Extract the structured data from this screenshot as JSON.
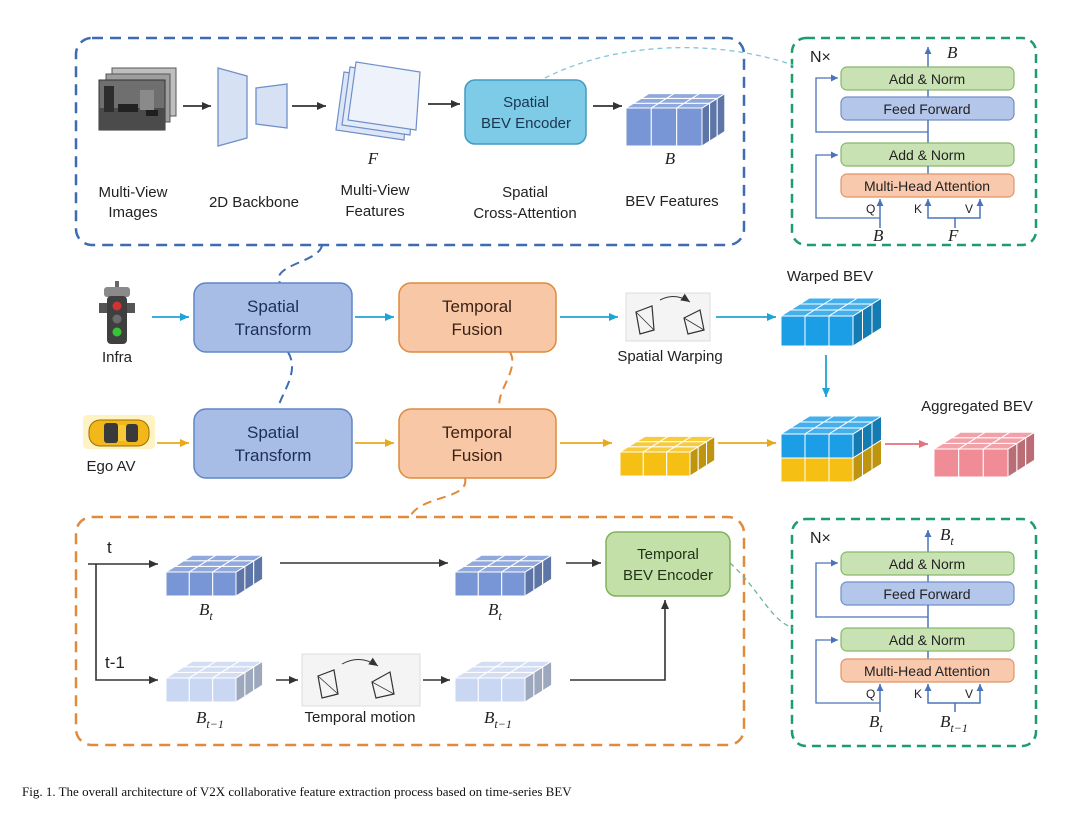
{
  "top_panel": {
    "multiview_images_l1": "Multi-View",
    "multiview_images_l2": "Images",
    "backbone_label": "2D Backbone",
    "features_symbol": "F",
    "features_l1": "Multi-View",
    "features_l2": "Features",
    "encoder_l1": "Spatial",
    "encoder_l2": "BEV Encoder",
    "encoder_caption_l1": "Spatial",
    "encoder_caption_l2": "Cross-Attention",
    "bev_symbol": "B",
    "bev_features_label": "BEV Features"
  },
  "transformer_top": {
    "repeat": "N×",
    "output": "B",
    "add_norm_1": "Add & Norm",
    "feed_forward": "Feed Forward",
    "add_norm_2": "Add & Norm",
    "mha": "Multi-Head Attention",
    "q": "Q",
    "k": "K",
    "v": "V",
    "input_q": "B",
    "input_kv": "F"
  },
  "middle": {
    "infra_label": "Infra",
    "ego_label": "Ego AV",
    "spatial_transform_l1": "Spatial",
    "spatial_transform_l2": "Transform",
    "temporal_fusion_l1": "Temporal",
    "temporal_fusion_l2": "Fusion",
    "spatial_warping": "Spatial Warping",
    "warped_bev": "Warped BEV",
    "aggregated_bev": "Aggregated BEV"
  },
  "bottom_panel": {
    "t": "t",
    "t_minus_1": "t-1",
    "bt_main": "B",
    "bt_sub": "t",
    "btm1_sub": "t−1",
    "temporal_motion": "Temporal motion",
    "encoder_l1": "Temporal",
    "encoder_l2": "BEV Encoder"
  },
  "transformer_bottom": {
    "repeat": "N×",
    "output_main": "B",
    "output_sub": "t",
    "add_norm_1": "Add & Norm",
    "feed_forward": "Feed Forward",
    "add_norm_2": "Add & Norm",
    "mha": "Multi-Head Attention",
    "q": "Q",
    "k": "K",
    "v": "V",
    "input_q_main": "B",
    "input_q_sub": "t",
    "input_kv_main": "B",
    "input_kv_sub": "t−1"
  },
  "caption": "Fig. 1.  The overall architecture of V2X collaborative feature extraction process based on time-series BEV",
  "colors": {
    "blue_panel": "#3d6cb0",
    "green_panel": "#1d9c6f",
    "orange_panel": "#e08a3c",
    "spatial_box": "#a8bde6",
    "temporal_box": "#f8c7a6",
    "encoder_cyan": "#7dcbe6",
    "encoder_green": "#c3e0a8",
    "add_norm": "#c9e2b3",
    "feed_forward": "#b4c6ea",
    "mha": "#f9c9ad",
    "cube_blue": "#7896d6",
    "cube_light": "#c9d7f2",
    "cube_cyan": "#1b9ee6",
    "cube_yellow": "#f5bf14",
    "cube_pink": "#f08c96"
  }
}
